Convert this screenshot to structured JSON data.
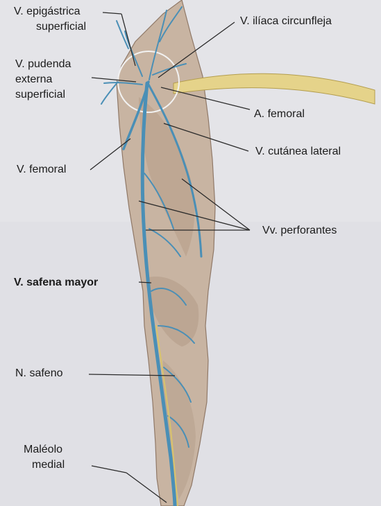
{
  "labels": {
    "epigastrica": [
      "V. epigástrica",
      "superficial"
    ],
    "iliaca": "V. ilíaca circunfleja",
    "pudenda": [
      "V. pudenda",
      "externa",
      "superficial"
    ],
    "femoral_artery": "A. femoral",
    "cutanea_lateral": "V. cutánea lateral",
    "femoral_vein": "V. femoral",
    "perforantes": "Vv. perforantes",
    "safena_mayor": "V. safena mayor",
    "safeno_nerve": "N. safeno",
    "maleolo": [
      "Maléolo",
      "medial"
    ]
  },
  "colors": {
    "background": "#e6e6ea",
    "skin": "#c9b6a6",
    "vein": "#4a90b8",
    "nerve": "#d8c46a",
    "artery": "#e8d58a",
    "leader": "#2a2a2a"
  }
}
